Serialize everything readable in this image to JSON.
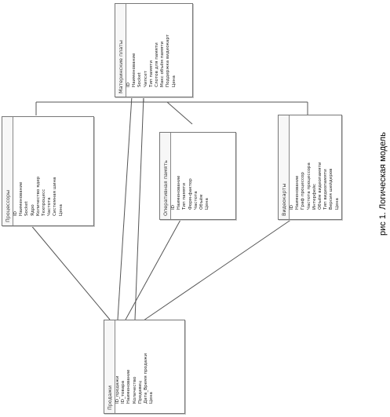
{
  "tables": [
    {
      "id": "motherboards",
      "title": "Материнские платы",
      "fields": [
        "ID",
        "Наименование",
        "Socket",
        "Чипсет",
        "Тип памяти",
        "Слотов для памяти",
        "Макс объём памяти",
        "Поддержка видеокарт",
        "Цена"
      ]
    },
    {
      "id": "cpus",
      "title": "Процессоры",
      "fields": [
        "ID",
        "Наименование",
        "Socket",
        "Ядро",
        "Количество ядер",
        "Техпроцесс",
        "Частота",
        "Системная шина",
        "Цена"
      ]
    },
    {
      "id": "ram",
      "title": "Оперативная память",
      "fields": [
        "ID",
        "Наименование",
        "Тип памяти",
        "Форм-фактор",
        "Частота",
        "Объём",
        "Цена"
      ]
    },
    {
      "id": "gpus",
      "title": "Видеокарты",
      "fields": [
        "ID",
        "Наименование",
        "Граф процессор",
        "Частота процессора",
        "Интерфейс",
        "Объём видеопамяти",
        "Тип видеопамяти",
        "Версия шейдеров",
        "Цена"
      ]
    },
    {
      "id": "sales",
      "title": "Продажи",
      "fields": [
        "ID_продажи",
        "ID_товара",
        "Наименование",
        "Количество",
        "Продавец",
        "Дата_Время продажи",
        "Цена"
      ]
    }
  ],
  "caption": "рис 1. Логическая модель",
  "colors": {
    "line": "#555555",
    "border": "#777777"
  }
}
